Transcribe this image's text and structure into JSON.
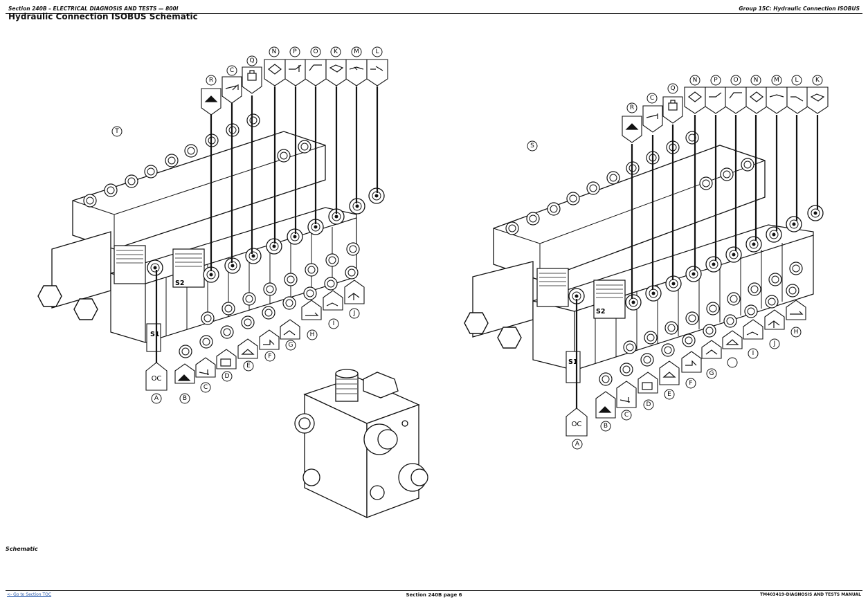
{
  "header": {
    "left": "Section 240B – ELECTRICAL DIAGNOSIS AND TESTS — 800I",
    "right": "Group 15C: Hydraulic Connection ISOBUS"
  },
  "title": "Hydraulic Connection ISOBUS Schematic",
  "caption": "Schematic",
  "footer": {
    "link": "<- Go to Section TOC",
    "center": "Section 240B page 6",
    "right": "TM403419-DIAGNOSIS AND TESTS MANUAL"
  },
  "left_assembly": {
    "assembly_label": "T",
    "top_callouts": [
      "R",
      "C",
      "Q",
      "N",
      "P",
      "O",
      "K",
      "M",
      "L"
    ],
    "bottom_callouts": [
      "A",
      "B",
      "C",
      "D",
      "E",
      "F",
      "G",
      "H",
      "I",
      "J"
    ],
    "solenoid_tags": [
      "S1",
      "S2"
    ],
    "oc_text": "OC"
  },
  "right_assembly": {
    "assembly_label": "S",
    "top_callouts": [
      "R",
      "C",
      "Q",
      "N",
      "P",
      "O",
      "N",
      "M",
      "L",
      "K"
    ],
    "bottom_callouts": [
      "A",
      "B",
      "C",
      "D",
      "E",
      "F",
      "G",
      "H",
      "I",
      "J"
    ],
    "solenoid_tags": [
      "S1",
      "S2"
    ],
    "oc_text": "OC"
  }
}
